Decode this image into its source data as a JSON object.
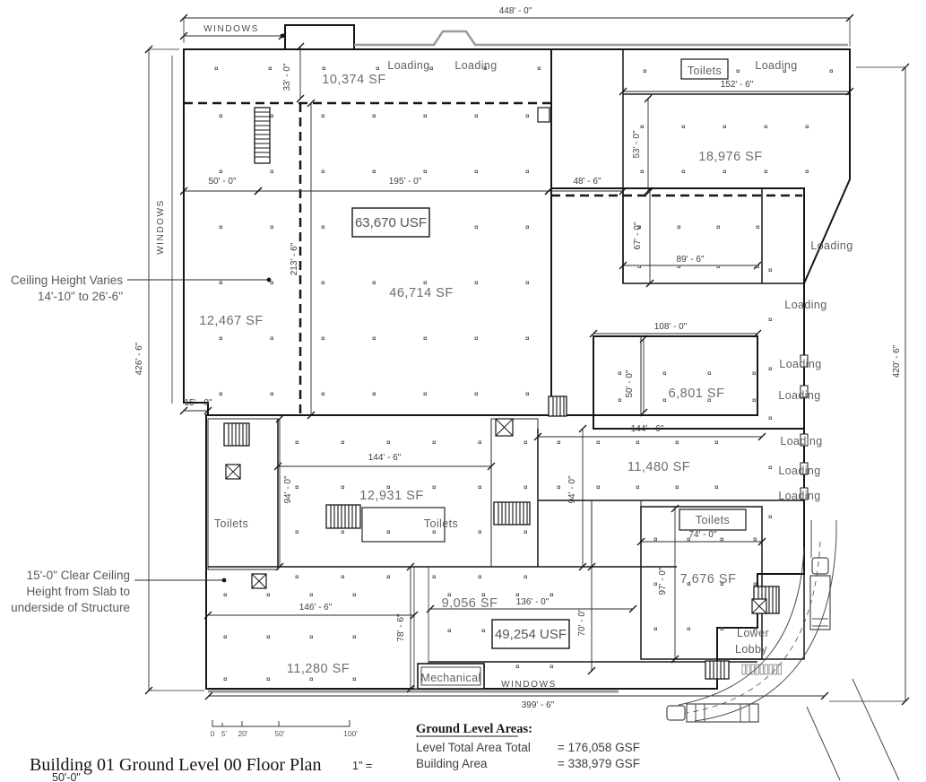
{
  "drawing": {
    "title": "Building 01 Ground Level 00 Floor Plan",
    "title_scale_prefix": "1\" =",
    "title_scale_value": "50'-0\""
  },
  "legend": {
    "heading": "Ground Level Areas:",
    "rows": [
      {
        "label": "Level Total Area Total",
        "value": "= 176,058 GSF"
      },
      {
        "label": "Building Area",
        "value": "= 338,979 GSF"
      }
    ]
  },
  "scalebar": {
    "t0": "0",
    "t5": "5'",
    "t20": "20'",
    "t50": "50'",
    "t100": "100'"
  },
  "areas": {
    "a10374": "10,374 SF",
    "a18976": "18,976 SF",
    "a46714": "46,714 SF",
    "a12467": "12,467 SF",
    "a6801": "6,801 SF",
    "a12931": "12,931 SF",
    "a11480": "11,480 SF",
    "a7676": "7,676 SF",
    "a9056": "9,056 SF",
    "a11280": "11,280 SF",
    "usf63670": "63,670 USF",
    "usf49254": "49,254 USF"
  },
  "dims": {
    "top": "448' - 0\"",
    "left": "426' - 6\"",
    "right": "420' - 6\"",
    "bottom": "399' - 6\"",
    "d33": "33' - 0\"",
    "d50": "50' - 0\"",
    "d195": "195' - 0\"",
    "d48": "48' - 6\"",
    "d152": "152' - 6\"",
    "d53": "53' - 0\"",
    "d67": "67' - 0\"",
    "d89": "89' - 6\"",
    "d213": "213' - 6\"",
    "d15": "15' - 0\"",
    "d108": "108' - 0\"",
    "d144": "144' - 6\"",
    "d94": "94' - 0\"",
    "d74": "74' - 0\"",
    "d97": "97' - 0\"",
    "d146": "146' - 6\"",
    "d78": "78' - 6\"",
    "d136": "136' - 0\"",
    "d70": "70' - 0\""
  },
  "labels": {
    "loading": "Loading",
    "toilets": "Toilets",
    "windows": "WINDOWS",
    "mechanical": "Mechanical",
    "lower_lobby_line1": "Lower",
    "lower_lobby_line2": "Lobby"
  },
  "notes": {
    "ceiling_line1": "Ceiling Height Varies",
    "ceiling_line2": "14'-10\" to 26'-6\"",
    "clear_line1": "15'-0\" Clear Ceiling",
    "clear_line2": "Height from Slab to",
    "clear_line3": "underside of Structure"
  }
}
